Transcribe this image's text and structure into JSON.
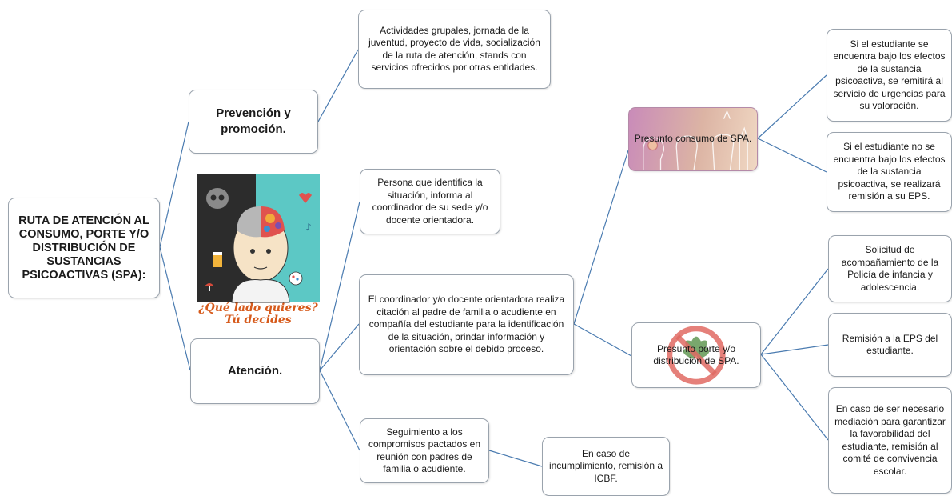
{
  "root": {
    "label": "RUTA DE ATENCIÓN AL CONSUMO, PORTE Y/O DISTRIBUCIÓN DE SUSTANCIAS PSICOACTIVAS (SPA):"
  },
  "prevencion": {
    "label": "Prevención y promoción.",
    "detail": "Actividades grupales, jornada de la juventud, proyecto de vida, socialización de la ruta de atención, stands con servicios ofrecidos por otras entidades."
  },
  "poster": {
    "caption": "¿Qué lado quieres?\nTú decides"
  },
  "atencion": {
    "label": "Atención.",
    "step_identifica": "Persona que identifica la situación, informa al coordinador de su sede y/o docente orientadora.",
    "step_coordinador": "El coordinador y/o docente orientadora realiza citación al padre de familia o acudiente en compañía del estudiante para la identificación de la situación, brindar información y orientación sobre el debido proceso.",
    "step_seguimiento": "Seguimiento a los compromisos pactados en reunión con padres de familia o acudiente.",
    "step_incumplimiento": "En caso de incumplimiento, remisión a ICBF."
  },
  "consumo": {
    "label": "Presunto consumo de SPA.",
    "outcome_efectos": "Si el estudiante se encuentra bajo los efectos de la sustancia psicoactiva, se remitirá al servicio de urgencias para su valoración.",
    "outcome_no_efectos": "Si el estudiante no se encuentra bajo los efectos de la sustancia psicoactiva, se realizará remisión a su EPS."
  },
  "porte": {
    "label": "Presunto porte y/o distribución de SPA.",
    "outcome_policia": "Solicitud de acompañamiento de la Policía de infancia y adolescencia.",
    "outcome_eps": "Remisión a la EPS del estudiante.",
    "outcome_mediacion": "En caso de ser necesario mediación para garantizar la favorabilidad del estudiante, remisión al comité de convivencia escolar."
  },
  "colors": {
    "connector": "#4a7bb0",
    "border": "#9aa3ad",
    "poster_caption": "#d65a1b"
  }
}
